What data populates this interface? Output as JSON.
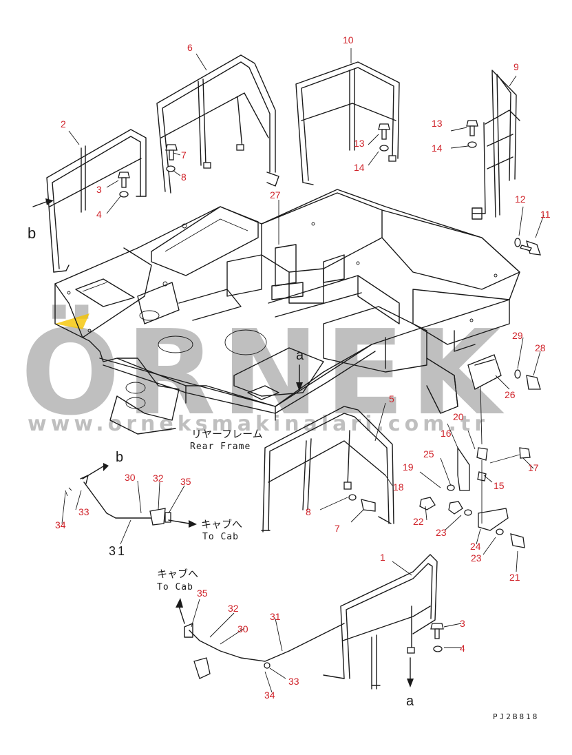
{
  "watermark": {
    "logo_text": "ÖRNEK",
    "url": "www.orneksmakinalari.com.tr",
    "accent": "#f5c400"
  },
  "callouts": [
    {
      "id": "c1",
      "text": "1"
    },
    {
      "id": "c2",
      "text": "2"
    },
    {
      "id": "c3a",
      "text": "3"
    },
    {
      "id": "c3b",
      "text": "3"
    },
    {
      "id": "c4a",
      "text": "4"
    },
    {
      "id": "c4b",
      "text": "4"
    },
    {
      "id": "c5",
      "text": "5"
    },
    {
      "id": "c6",
      "text": "6"
    },
    {
      "id": "c7a",
      "text": "7"
    },
    {
      "id": "c7b",
      "text": "7"
    },
    {
      "id": "c8a",
      "text": "8"
    },
    {
      "id": "c8b",
      "text": "8"
    },
    {
      "id": "c9",
      "text": "9"
    },
    {
      "id": "c10",
      "text": "10"
    },
    {
      "id": "c11",
      "text": "11"
    },
    {
      "id": "c12",
      "text": "12"
    },
    {
      "id": "c13a",
      "text": "13"
    },
    {
      "id": "c13b",
      "text": "13"
    },
    {
      "id": "c14a",
      "text": "14"
    },
    {
      "id": "c14b",
      "text": "14"
    },
    {
      "id": "c15",
      "text": "15"
    },
    {
      "id": "c16",
      "text": "16"
    },
    {
      "id": "c17",
      "text": "17"
    },
    {
      "id": "c18",
      "text": "18"
    },
    {
      "id": "c19",
      "text": "19"
    },
    {
      "id": "c20",
      "text": "20"
    },
    {
      "id": "c21",
      "text": "21"
    },
    {
      "id": "c22",
      "text": "22"
    },
    {
      "id": "c23a",
      "text": "23"
    },
    {
      "id": "c23b",
      "text": "23"
    },
    {
      "id": "c24",
      "text": "24"
    },
    {
      "id": "c25",
      "text": "25"
    },
    {
      "id": "c26",
      "text": "26"
    },
    {
      "id": "c27",
      "text": "27"
    },
    {
      "id": "c28",
      "text": "28"
    },
    {
      "id": "c29",
      "text": "29"
    },
    {
      "id": "c30a",
      "text": "30"
    },
    {
      "id": "c30b",
      "text": "30"
    },
    {
      "id": "c31b",
      "text": "31"
    },
    {
      "id": "c32a",
      "text": "32"
    },
    {
      "id": "c32b",
      "text": "32"
    },
    {
      "id": "c33a",
      "text": "33"
    },
    {
      "id": "c33b",
      "text": "33"
    },
    {
      "id": "c34a",
      "text": "34"
    },
    {
      "id": "c34b",
      "text": "34"
    },
    {
      "id": "c35a",
      "text": "35"
    },
    {
      "id": "c35b",
      "text": "35"
    }
  ],
  "labels": {
    "rear_frame_jp": "リヤーフレーム",
    "rear_frame_en": "Rear Frame",
    "to_cab_jp_1": "キャブへ",
    "to_cab_en_1": "To Cab",
    "to_cab_jp_2": "キャブへ",
    "to_cab_en_2": "To Cab",
    "ref_a_top": "a",
    "ref_a_bottom": "a",
    "ref_b_left": "b",
    "ref_b_cable": "b",
    "cable_31": "31",
    "drawing_code": "PJ2B818"
  }
}
